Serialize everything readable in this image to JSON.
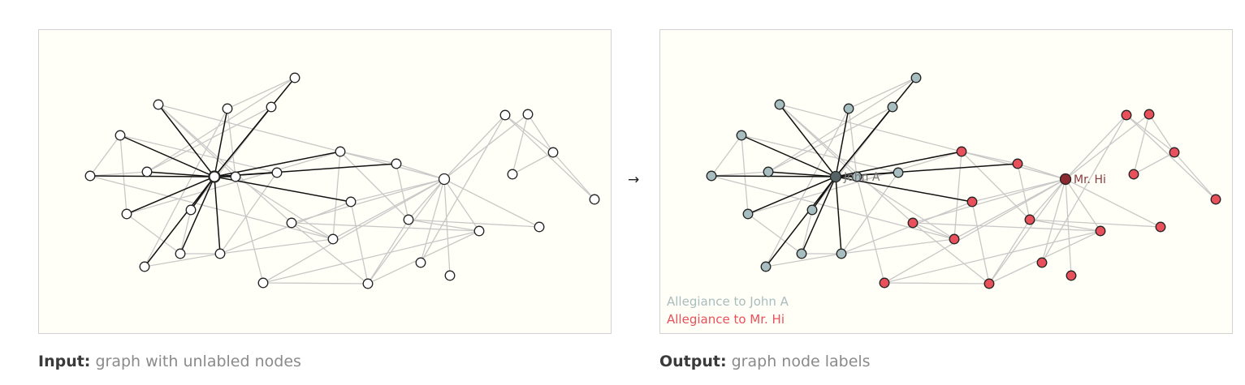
{
  "arrow": "→",
  "input_caption": {
    "bold": "Input:",
    "text": " graph with unlabled nodes"
  },
  "output_caption": {
    "bold": "Output:",
    "text": " graph node labels"
  },
  "legend": {
    "john": {
      "label": "Allegiance to John A",
      "color": "#a8bdbf"
    },
    "hi": {
      "label": "Allegiance to Mr. Hi",
      "color": "#e8505b"
    }
  },
  "node_labels": {
    "john": "John A",
    "hi": "Mr. Hi"
  },
  "colors": {
    "edge": "#c8c8c8",
    "highlight_edge": "#111111",
    "node_stroke": "#222222",
    "input_fill": "#ffffff",
    "john_fill": "#a8bdbf",
    "hi_fill": "#e8505b",
    "john_center_fill": "#556366",
    "hi_center_fill": "#8b2a30",
    "label_color": "#777777"
  },
  "graph": {
    "nodes": [
      {
        "id": 0,
        "group": "john"
      },
      {
        "id": 1,
        "group": "hi"
      },
      {
        "id": 2,
        "group": "john"
      },
      {
        "id": 3,
        "group": "john"
      },
      {
        "id": 4,
        "group": "john"
      },
      {
        "id": 5,
        "group": "john"
      },
      {
        "id": 6,
        "group": "john"
      },
      {
        "id": 7,
        "group": "john"
      },
      {
        "id": 8,
        "group": "john"
      },
      {
        "id": 9,
        "group": "john"
      },
      {
        "id": 10,
        "group": "john"
      },
      {
        "id": 11,
        "group": "john"
      },
      {
        "id": 12,
        "group": "john"
      },
      {
        "id": 13,
        "group": "john"
      },
      {
        "id": 14,
        "group": "john"
      },
      {
        "id": 15,
        "group": "john"
      },
      {
        "id": 16,
        "group": "hi"
      },
      {
        "id": 17,
        "group": "hi"
      },
      {
        "id": 18,
        "group": "hi"
      },
      {
        "id": 19,
        "group": "hi"
      },
      {
        "id": 20,
        "group": "hi"
      },
      {
        "id": 21,
        "group": "hi"
      },
      {
        "id": 22,
        "group": "hi"
      },
      {
        "id": 23,
        "group": "hi"
      },
      {
        "id": 24,
        "group": "hi"
      },
      {
        "id": 25,
        "group": "hi"
      },
      {
        "id": 26,
        "group": "hi"
      },
      {
        "id": 27,
        "group": "hi"
      },
      {
        "id": 28,
        "group": "hi"
      },
      {
        "id": 29,
        "group": "hi"
      },
      {
        "id": 30,
        "group": "hi"
      },
      {
        "id": 31,
        "group": "hi"
      },
      {
        "id": 32,
        "group": "hi"
      }
    ],
    "edges": [
      [
        0,
        2
      ],
      [
        0,
        3
      ],
      [
        0,
        4
      ],
      [
        0,
        5
      ],
      [
        0,
        6
      ],
      [
        0,
        7
      ],
      [
        0,
        8
      ],
      [
        0,
        9
      ],
      [
        0,
        10
      ],
      [
        0,
        11
      ],
      [
        0,
        12
      ],
      [
        0,
        13
      ],
      [
        0,
        14
      ],
      [
        0,
        15
      ],
      [
        0,
        16
      ],
      [
        0,
        17
      ],
      [
        0,
        18
      ],
      [
        1,
        16
      ],
      [
        1,
        17
      ],
      [
        1,
        18
      ],
      [
        1,
        19
      ],
      [
        1,
        20
      ],
      [
        1,
        21
      ],
      [
        1,
        22
      ],
      [
        1,
        23
      ],
      [
        1,
        24
      ],
      [
        1,
        25
      ],
      [
        1,
        26
      ],
      [
        1,
        27
      ],
      [
        1,
        28
      ],
      [
        2,
        3
      ],
      [
        2,
        4
      ],
      [
        3,
        8
      ],
      [
        4,
        9
      ],
      [
        4,
        10
      ],
      [
        5,
        12
      ],
      [
        5,
        16
      ],
      [
        5,
        19
      ],
      [
        6,
        7
      ],
      [
        6,
        12
      ],
      [
        6,
        13
      ],
      [
        11,
        14
      ],
      [
        12,
        20
      ],
      [
        12,
        21
      ],
      [
        14,
        15
      ],
      [
        15,
        18
      ],
      [
        19,
        20
      ],
      [
        19,
        23
      ],
      [
        16,
        17
      ],
      [
        16,
        22
      ],
      [
        17,
        22
      ],
      [
        15,
        20
      ],
      [
        8,
        11
      ],
      [
        10,
        14
      ],
      [
        28,
        29
      ],
      [
        29,
        30
      ],
      [
        29,
        31
      ],
      [
        28,
        31
      ],
      [
        30,
        32
      ],
      [
        32,
        1
      ],
      [
        28,
        25
      ],
      [
        29,
        32
      ],
      [
        22,
        27
      ],
      [
        22,
        23
      ],
      [
        23,
        24
      ],
      [
        22,
        24
      ],
      [
        18,
        23
      ],
      [
        19,
        24
      ],
      [
        21,
        24
      ],
      [
        16,
        20
      ],
      [
        21,
        23
      ],
      [
        9,
        15
      ],
      [
        13,
        15
      ],
      [
        3,
        7
      ],
      [
        2,
        20
      ],
      [
        10,
        16
      ]
    ]
  }
}
